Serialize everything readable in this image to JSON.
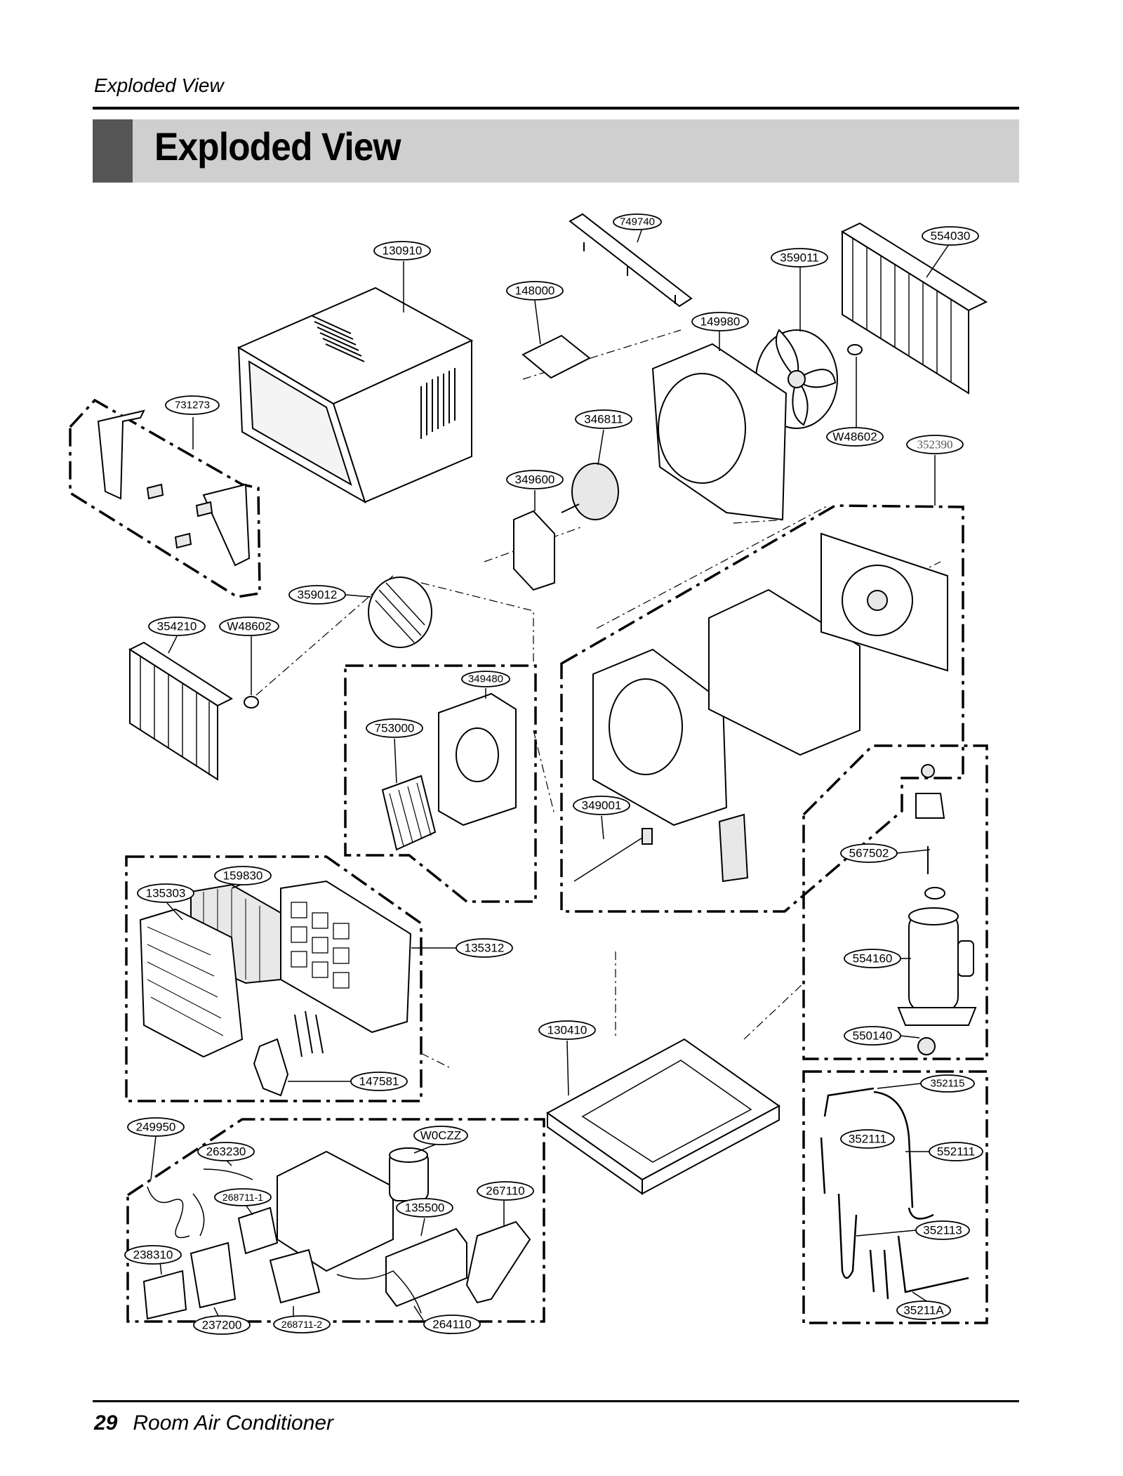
{
  "header": {
    "running_title": "Exploded View"
  },
  "section": {
    "title": "Exploded View"
  },
  "footer": {
    "page_number": "29",
    "product": "Room Air Conditioner"
  },
  "parts": [
    "749740",
    "130910",
    "148000",
    "359011",
    "554030",
    "149980",
    "731273",
    "346811",
    "W48602",
    "352390",
    "349600",
    "359012",
    "354210",
    "W48602",
    "349480",
    "753000",
    "349001",
    "159830",
    "135303",
    "135312",
    "567502",
    "554160",
    "130410",
    "550140",
    "147581",
    "352115",
    "249950",
    "W0CZZ",
    "352111",
    "552111",
    "263230",
    "267110",
    "268711-1",
    "135500",
    "352113",
    "238310",
    "237200",
    "268711-2",
    "264110",
    "35211A"
  ]
}
